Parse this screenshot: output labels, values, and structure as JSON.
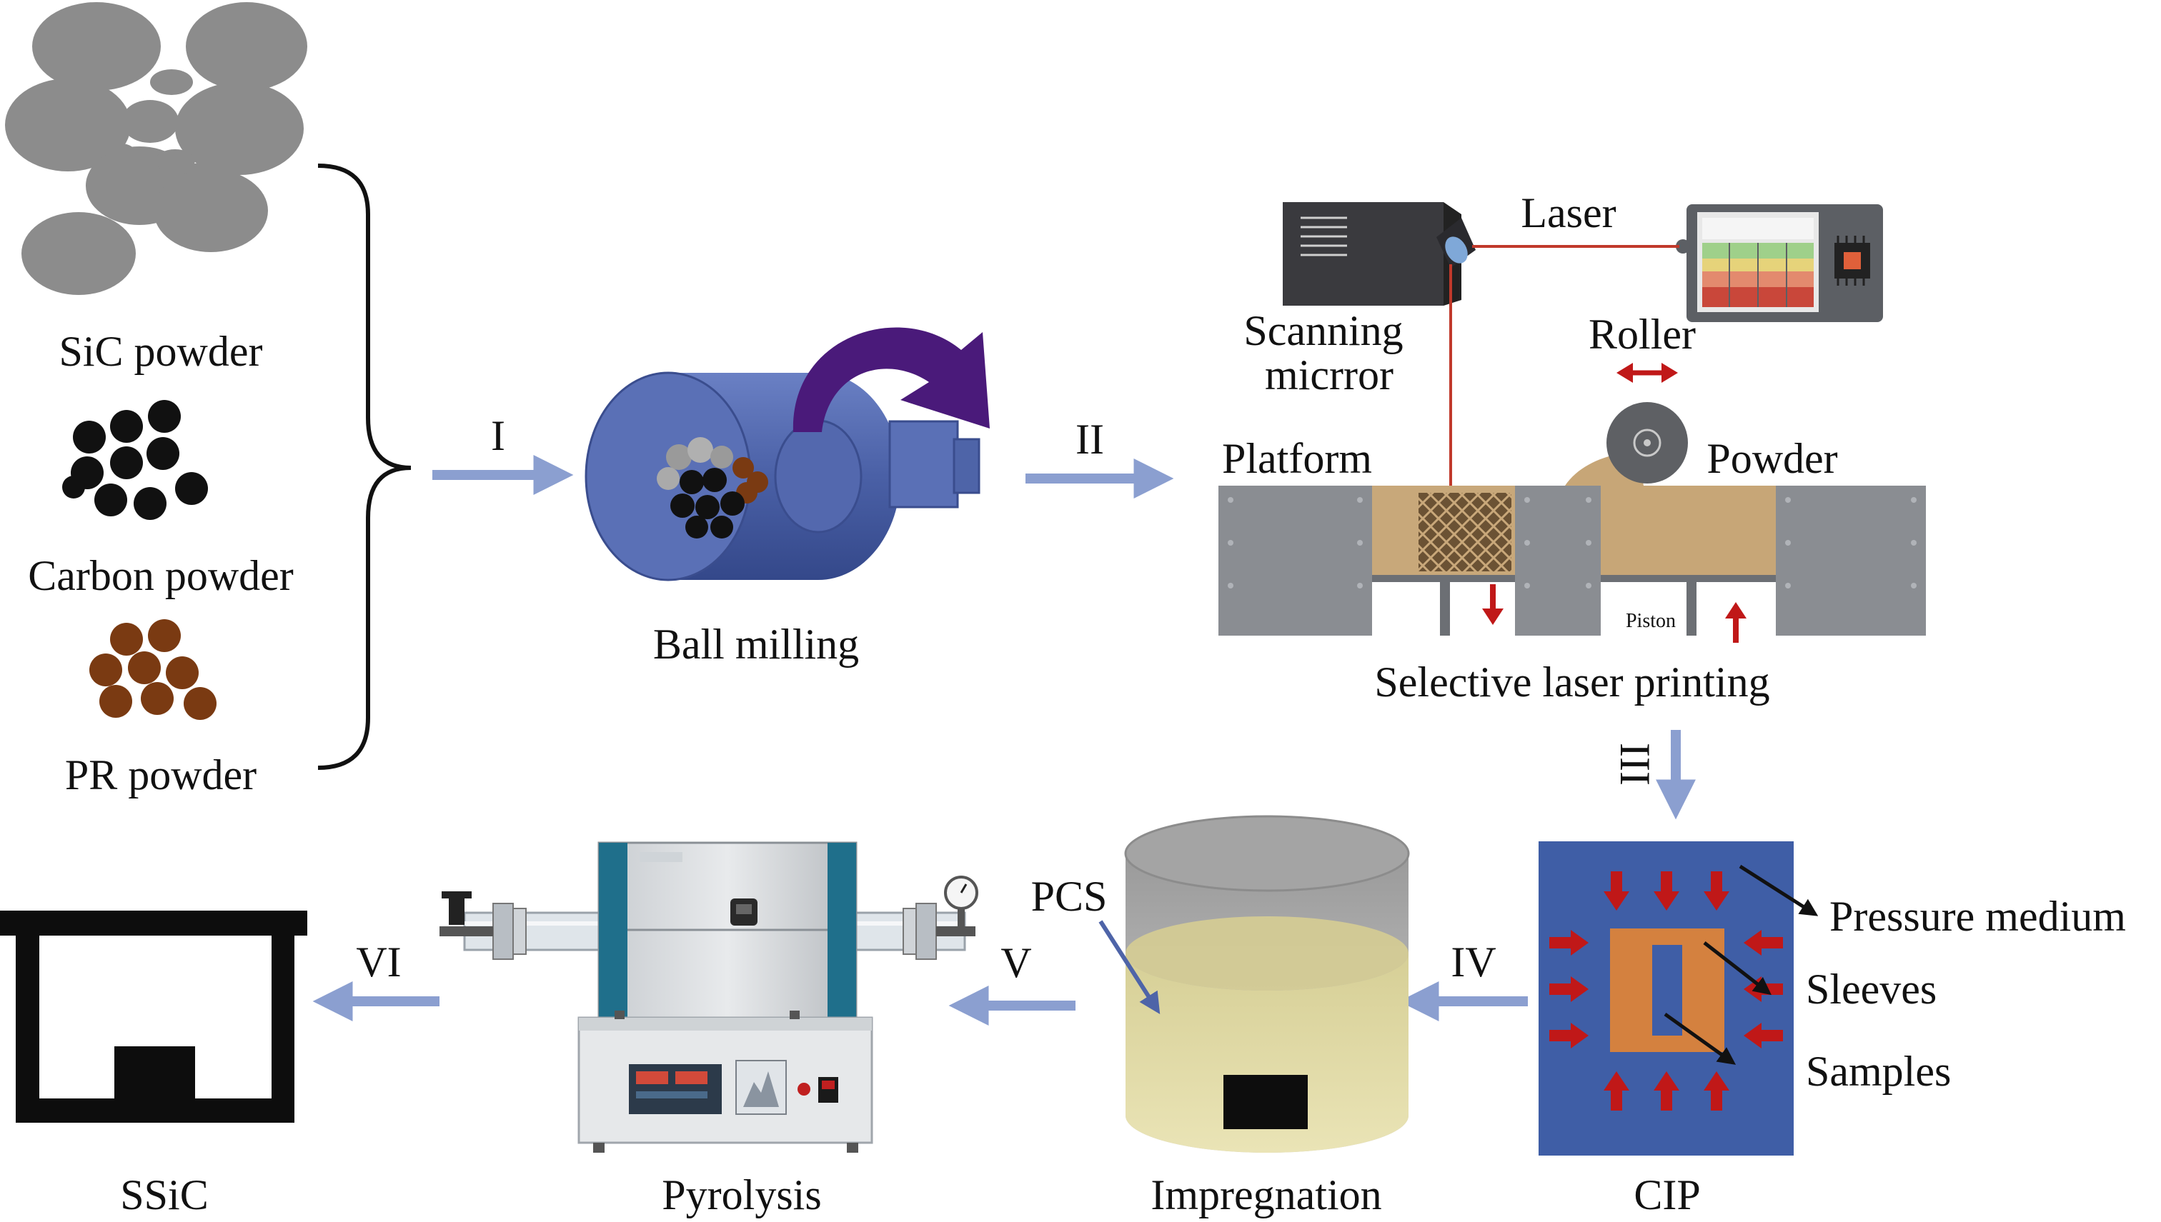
{
  "materials": {
    "sic_label": "SiC powder",
    "carbon_label": "Carbon powder",
    "pr_label": "PR powder"
  },
  "steps": {
    "s1": "I",
    "s2": "II",
    "s3": "III",
    "s4": "IV",
    "s5": "V",
    "s6": "VI"
  },
  "ball_milling": {
    "label": "Ball milling"
  },
  "slp": {
    "laser_label": "Laser",
    "mirror_label_line1": "Scanning",
    "mirror_label_line2": "micrror",
    "roller_label": "Roller",
    "platform_label": "Platform",
    "powder_label": "Powder",
    "piston_label": "Piston",
    "caption": "Selective laser printing"
  },
  "cip": {
    "label": "CIP",
    "pressure_medium": "Pressure medium",
    "sleeves": "Sleeves",
    "samples": "Samples"
  },
  "impregnation": {
    "label": "Impregnation",
    "pcs_label": "PCS"
  },
  "pyrolysis": {
    "label": "Pyrolysis"
  },
  "ssic": {
    "label": "SSiC"
  },
  "colors": {
    "flow_arrow": "#8b9fd0",
    "drum_blue": "#4e64a8",
    "rotation_arrow": "#4a1a7a",
    "sic_gray": "#8c8c8c",
    "carbon_black": "#111111",
    "pr_brown": "#7a3a12",
    "laser_red": "#c0392b",
    "cip_blue": "#3f5ea6",
    "sleeve_orange": "#d4813f",
    "pressure_red": "#c01818",
    "resin_yellow": "#e4dca0"
  },
  "icons": {
    "mirror": "scanning-mirror-icon",
    "controller": "laser-controller-icon",
    "furnace": "tube-furnace-icon"
  }
}
